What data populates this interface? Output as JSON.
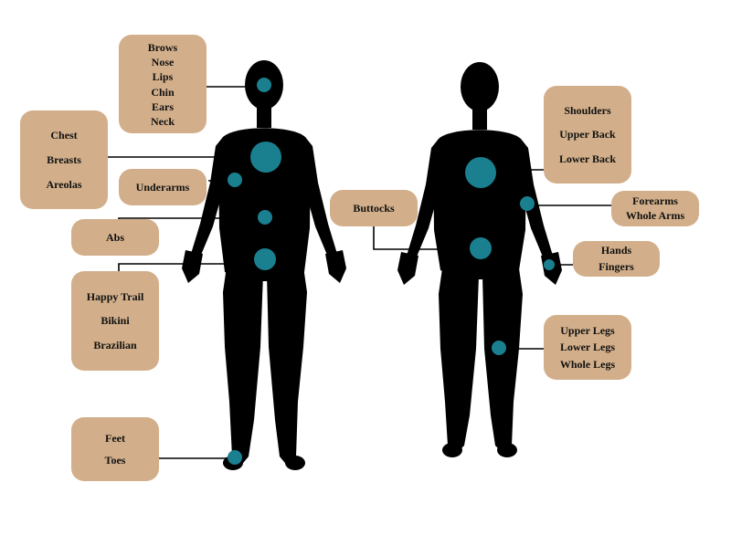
{
  "colors": {
    "silhouette": "#000000",
    "marker": "#1a8090",
    "label_bg": "#d2af8a",
    "label_text": "#111111"
  },
  "front_labels": {
    "face": [
      "Brows",
      "Nose",
      "Lips",
      "Chin",
      "Ears",
      "Neck"
    ],
    "chest": [
      "Chest",
      "Breasts",
      "Areolas"
    ],
    "underarms": [
      "Underarms"
    ],
    "abs": [
      "Abs"
    ],
    "bikini": [
      "Happy Trail",
      "Bikini",
      "Brazilian"
    ],
    "feet": [
      "Feet",
      "Toes"
    ]
  },
  "back_labels": {
    "back": [
      "Shoulders",
      "Upper Back",
      "Lower Back"
    ],
    "buttocks": [
      "Buttocks"
    ],
    "arms": [
      "Forearms",
      "Whole Arms"
    ],
    "hands": [
      "Hands",
      "Fingers"
    ],
    "legs": [
      "Upper Legs",
      "Lower Legs",
      "Whole Legs"
    ]
  }
}
